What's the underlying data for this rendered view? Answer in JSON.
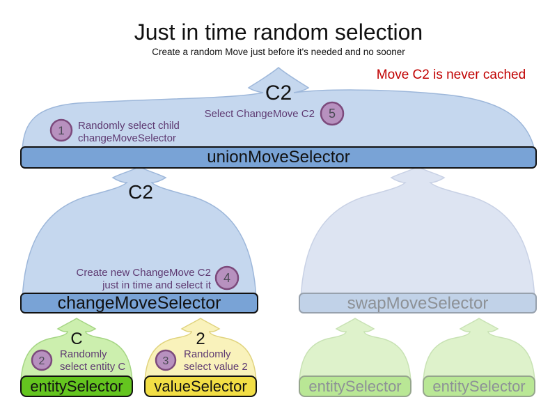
{
  "title": "Just in time random selection",
  "subtitle": "Create a random Move just before it's needed and no sooner",
  "note": "Move C2 is never cached",
  "selectors": {
    "union": {
      "label": "unionMoveSelector",
      "output": "C2"
    },
    "change": {
      "label": "changeMoveSelector",
      "output": "C2"
    },
    "swap": {
      "label": "swapMoveSelector"
    },
    "entity": {
      "label": "entitySelector",
      "output": "C"
    },
    "value": {
      "label": "valueSelector",
      "output": "2"
    },
    "entity_faded_left": {
      "label": "entitySelector"
    },
    "entity_faded_right": {
      "label": "entitySelector"
    }
  },
  "steps": [
    {
      "number": "1",
      "line1": "Randomly select child",
      "line2": "changeMoveSelector"
    },
    {
      "number": "2",
      "line1": "Randomly",
      "line2": "select entity C"
    },
    {
      "number": "3",
      "line1": "Randomly",
      "line2": "select value 2"
    },
    {
      "number": "4",
      "line1": "Create new ChangeMove C2",
      "line2": "just in time and select it"
    },
    {
      "number": "5",
      "line1": "Select ChangeMove C2"
    }
  ],
  "colors": {
    "active_blue_bar": "#79a3d6",
    "active_blue_funnel": "#c5d7ee",
    "faded_blue_bar": "#c1d2e8",
    "faded_blue_funnel": "#dde4f2",
    "active_green_bar": "#64c51f",
    "active_green_funnel": "#ccefae",
    "faded_green_bar": "#b9e795",
    "faded_green_funnel": "#def2cb",
    "yellow_bar": "#f2de45",
    "yellow_funnel": "#f9f2bb",
    "badge_fill": "#b791bf",
    "badge_border": "#7c4a7c",
    "note_red": "#c00000"
  }
}
